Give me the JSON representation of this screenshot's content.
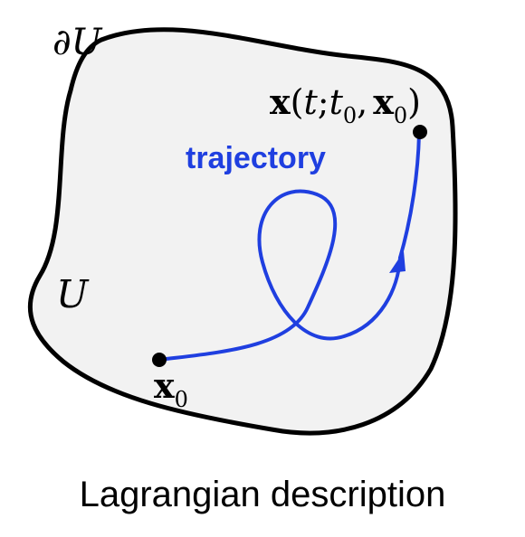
{
  "boundary_label": "∂U",
  "domain_label": "U",
  "start_point": {
    "symbol": "x",
    "subscript": "0"
  },
  "end_point": {
    "symbol": "x",
    "open": "(",
    "t": "t",
    "sep1": ";",
    "t0": "t",
    "t0_sub": "0",
    "comma": ",",
    "x0": "x",
    "x0_sub": "0",
    "close": ")"
  },
  "trajectory_label": "trajectory",
  "caption": "Lagrangian description",
  "colors": {
    "region_fill": "#f2f2f2",
    "region_stroke": "#000000",
    "trajectory": "#1f3fe0",
    "points": "#000000",
    "text": "#000000"
  }
}
